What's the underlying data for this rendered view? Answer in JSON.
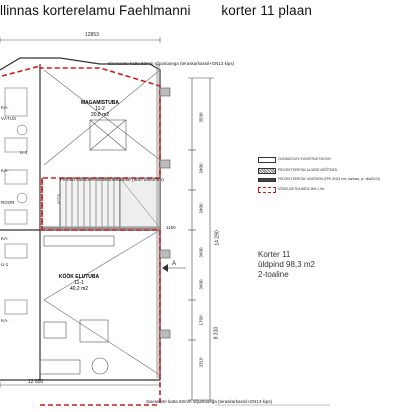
{
  "header": {
    "title": "llinnas korterelamu Faehlmanni        korter 11 plaan"
  },
  "dimensions": {
    "top_width": "12853",
    "bottom_width": "12 850",
    "right_total": "14 290",
    "right_seg_1": "3590",
    "right_seg_2": "3400",
    "right_seg_3": "3400",
    "right_seg_4": "1760",
    "right_seg_5": "3310",
    "right_seg_6": "8 310",
    "small_left": "3490",
    "small_right": "3490",
    "mid_dim": "1160"
  },
  "notes": {
    "top_note": "Siseseinte katta 50mm sõjustusega (teraskarkassil+GN13 kips)",
    "bottom_note": "Siseseinte katta 50mm sõjustusega (teraskarkassil+GN13 kips)",
    "shaft_note": "Pinnaõ suitsuventilatsioonikatuse (900*1800mm)"
  },
  "rooms": [
    {
      "name": "MAGAMISTUBA",
      "number": "11-2",
      "area": "20,8 m2"
    },
    {
      "name": "KÖÖK ELUTUBA",
      "number": "11-1",
      "area": "40,2 m2"
    }
  ],
  "left_labels": [
    "KA-",
    "VÄTUS",
    "U-1",
    "KA-",
    "ROOR",
    "KA-",
    "U-1",
    "KA-"
  ],
  "apartment": {
    "label": "Korter 11",
    "area": "üldpind 98,3 m2",
    "type": "2-toaline"
  },
  "marker": "A",
  "legend": [
    {
      "label": "OLEMASOLEV KONSTRUKTSIOON"
    },
    {
      "label": "PROJEKTEERITAV ALGEDE MÕÕTMED"
    },
    {
      "label": "PROJEKTEERITAV VAHESEIN (EPS GN13 mm, karkass, pl. villaGN13)"
    },
    {
      "label": "KÕRGUSE RUUMIDE MIN 2,5m"
    }
  ],
  "colors": {
    "line": "#333333",
    "red_dashed": "#d11a1a",
    "stair_fill": "#e8e8e8"
  }
}
